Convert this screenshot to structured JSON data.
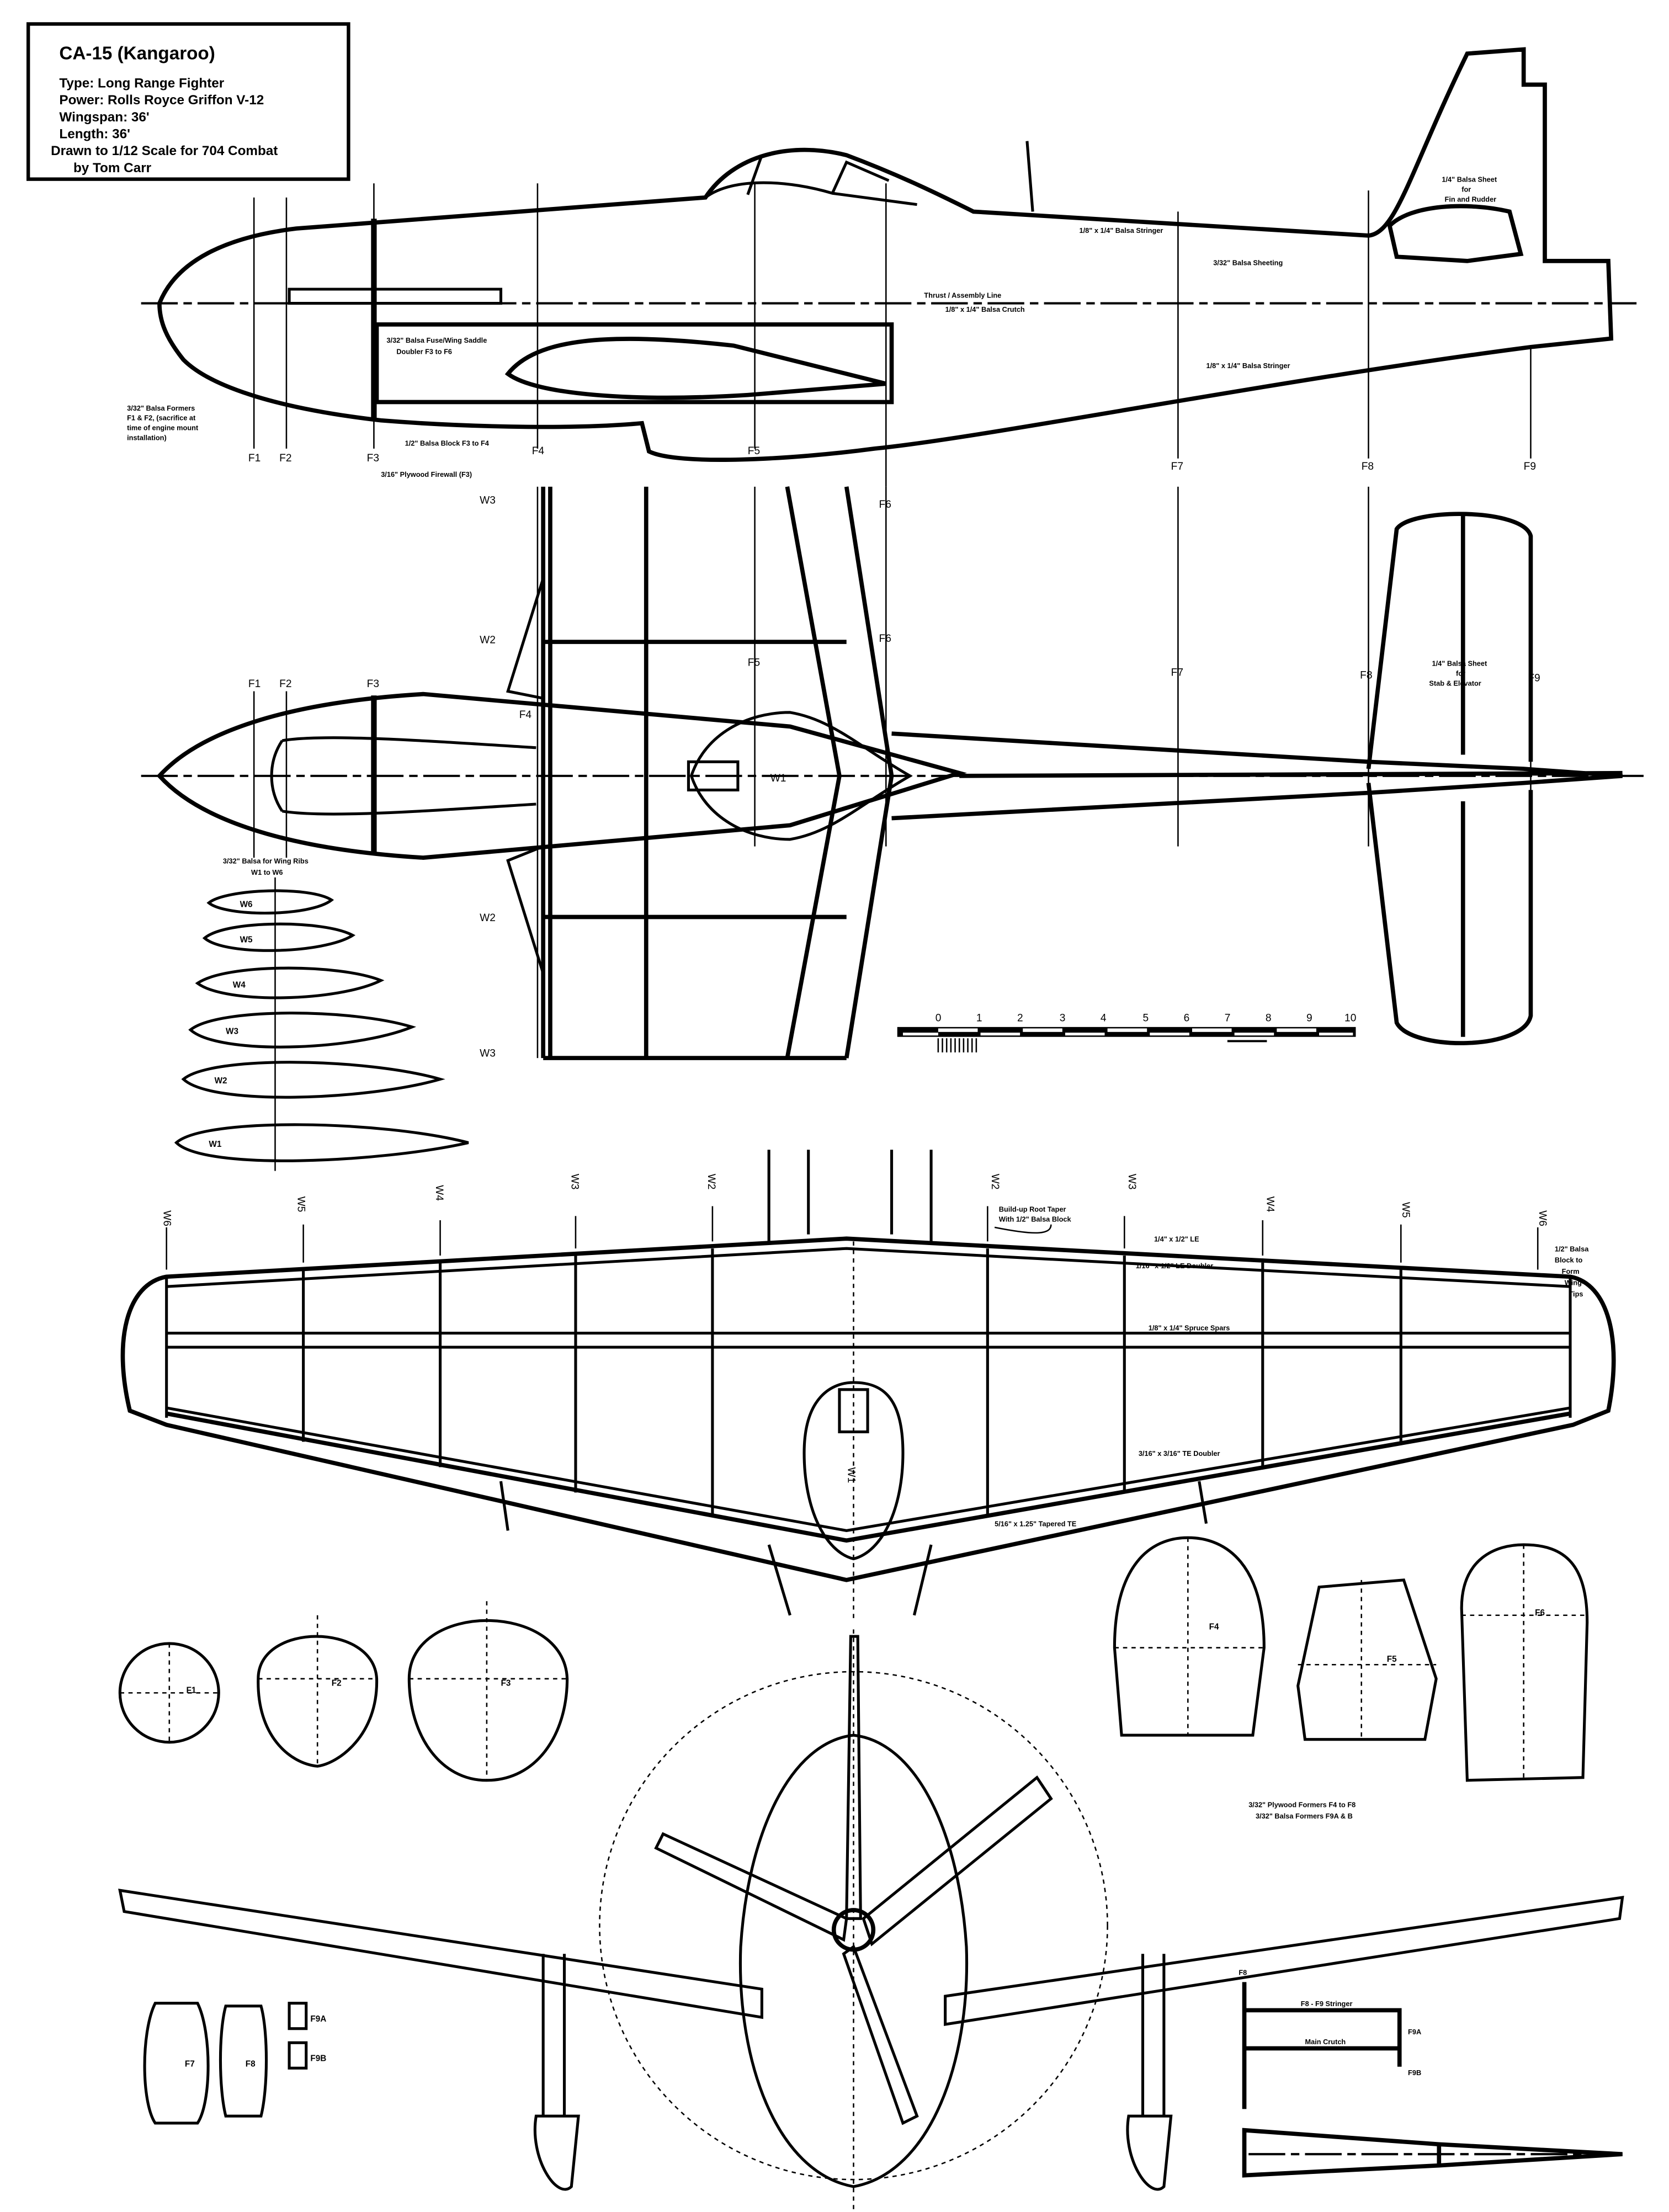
{
  "title_block": {
    "title": "CA-15 (Kangaroo)",
    "type": "Type:  Long Range Fighter",
    "power": "Power: Rolls Royce Griffon V-12",
    "wingspan": "Wingspan: 36'",
    "length": "Length: 36'",
    "scale_note": "Drawn to 1/12 Scale for 704 Combat",
    "author": "by Tom Carr"
  },
  "side_view": {
    "stringer_top": "1/8\" x 1/4\" Balsa Stringer",
    "sheeting": "3/32\" Balsa Sheeting",
    "thrust_line": "Thrust / Assembly Line",
    "crutch": "1/8\" x 1/4\" Balsa Crutch",
    "stringer_bottom": "1/8\" x 1/4\" Balsa Stringer",
    "saddle_1": "3/32\" Balsa Fuse/Wing Saddle",
    "saddle_2": "Doubler  F3 to F6",
    "block": "1/2\" Balsa Block F3 to F4",
    "firewall": "3/16\" Plywood Firewall (F3)",
    "formers_note": [
      "3/32\" Balsa Formers",
      "F1 & F2, (sacrifice at",
      "time of engine mount",
      "installation)"
    ],
    "fin_note": [
      "1/4\" Balsa Sheet",
      "for",
      "Fin and Rudder"
    ]
  },
  "former_labels": [
    "F1",
    "F2",
    "F3",
    "F4",
    "F5",
    "F6",
    "F7",
    "F8",
    "F9"
  ],
  "top_view": {
    "wing_stations": [
      "W3",
      "W2",
      "W2",
      "W3"
    ],
    "center_rib": "W1",
    "stab_note": [
      "1/4\" Balsa Sheet",
      "for",
      "Stab & Elevator"
    ]
  },
  "ribs": {
    "note_1": "3/32\" Balsa for Wing Ribs",
    "note_2": "W1 to W6",
    "labels": [
      "W6",
      "W5",
      "W4",
      "W3",
      "W2",
      "W1"
    ]
  },
  "scale_bar": {
    "ticks": [
      "0",
      "1",
      "2",
      "3",
      "4",
      "5",
      "6",
      "7",
      "8",
      "9",
      "10"
    ]
  },
  "wing_plan": {
    "left_stations": [
      "W6",
      "W5",
      "W4",
      "W3",
      "W2"
    ],
    "right_stations": [
      "W2",
      "W3",
      "W4",
      "W5",
      "W6"
    ],
    "center": "W1",
    "root_taper_1": "Build-up Root Taper",
    "root_taper_2": "With 1/2\" Balsa Block",
    "le": "1/4\" x 1/2\" LE",
    "le_doubler": "1/16\" x 1/2\" LE Doubler",
    "spars": "1/8\" x 1/4\" Spruce Spars",
    "te_doubler": "3/16\" x 3/16\" TE Doubler",
    "tapered_te": "5/16\" x 1.25\" Tapered TE",
    "tip_note": [
      "1/2\" Balsa",
      "Block to",
      "Form",
      "Wing-",
      "Tips"
    ]
  },
  "formers": {
    "labels": [
      "F1",
      "F2",
      "F3",
      "F4",
      "F5",
      "F6",
      "F7",
      "F8",
      "F9A",
      "F9B"
    ],
    "note_1": "3/32\" Plywood Formers F4 to F8",
    "note_2": "3/32\" Balsa Formers F9A & B"
  },
  "stringer_detail": {
    "f8": "F8",
    "stringer": "F8 - F9 Stringer",
    "crutch": "Main Crutch",
    "f9a": "F9A",
    "f9b": "F9B"
  }
}
